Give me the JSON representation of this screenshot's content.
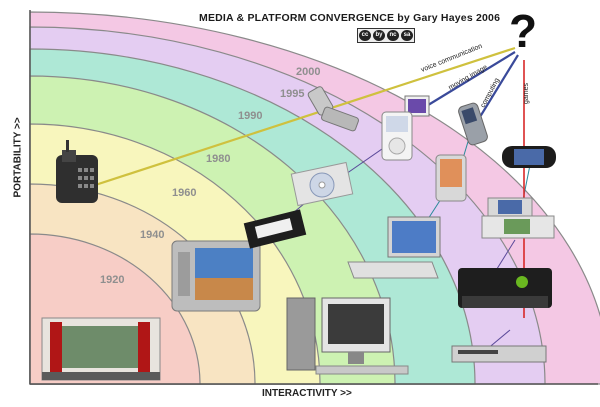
{
  "title": "MEDIA & PLATFORM CONVERGENCE  by  Gary Hayes 2006",
  "axes": {
    "x_label": "INTERACTIVITY >>",
    "y_label": "PORTABILITY >>"
  },
  "question_mark": "?",
  "license_badge": [
    "cc",
    "by",
    "nc",
    "sa"
  ],
  "bands": [
    {
      "decade": "1920",
      "color": "#f7cdc6"
    },
    {
      "decade": "1940",
      "color": "#f8e4c2"
    },
    {
      "decade": "1960",
      "color": "#f8f6bd"
    },
    {
      "decade": "1980",
      "color": "#cdf2b2"
    },
    {
      "decade": "1990",
      "color": "#aee8d6"
    },
    {
      "decade": "1995",
      "color": "#e4cdf2"
    },
    {
      "decade": "2000",
      "color": "#f4c8e4"
    }
  ],
  "trend_lines": [
    {
      "label": "voice communication",
      "color": "#cfc13e"
    },
    {
      "label": "moving image",
      "color": "#3a4a9a"
    },
    {
      "label": "computing",
      "color": "#3a4a9a"
    },
    {
      "label": "games",
      "color": "#d82828"
    }
  ],
  "devices": [
    {
      "icon": "cinema-screen-icon"
    },
    {
      "icon": "crt-television-icon"
    },
    {
      "icon": "desk-telephone-icon"
    },
    {
      "icon": "vhs-tape-icon"
    },
    {
      "icon": "cd-disc-icon"
    },
    {
      "icon": "desktop-computer-icon"
    },
    {
      "icon": "laptop-icon"
    },
    {
      "icon": "flip-mobile-phone-icon"
    },
    {
      "icon": "ipod-icon"
    },
    {
      "icon": "pda-handheld-icon"
    },
    {
      "icon": "smartphone-icon"
    },
    {
      "icon": "psp-console-icon"
    },
    {
      "icon": "nintendo-ds-icon"
    },
    {
      "icon": "xbox-console-icon"
    },
    {
      "icon": "dvd-player-icon"
    }
  ]
}
